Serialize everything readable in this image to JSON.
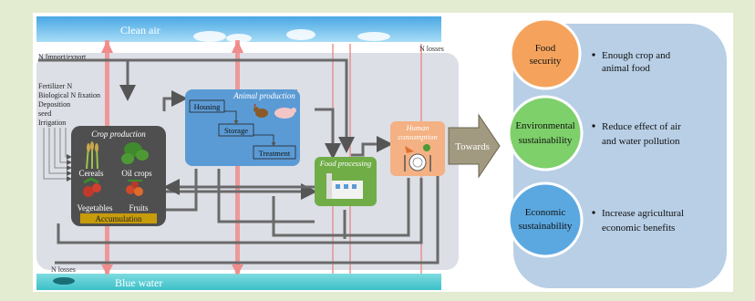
{
  "top_banner": {
    "label": "Clean air"
  },
  "bottom_banner": {
    "label": "Blue water"
  },
  "inputs": {
    "import_export": "N Import/export",
    "fertilizer": "Fertilizer N",
    "biological": "Biological N fixation",
    "deposition": "Deposition",
    "seed": "seed",
    "irrigation": "Irrigation"
  },
  "n_losses_top": "N losses",
  "n_losses_bottom": "N losses",
  "crop_production": {
    "title": "Crop production",
    "cereals": "Cereals",
    "oil_crops": "Oil crops",
    "vegetables": "Vegetables",
    "fruits": "Fruits",
    "accumulation": "Accumulation"
  },
  "animal_production": {
    "title": "Animal production",
    "housing": "Housing",
    "storage": "Storage",
    "treatment": "Treatment"
  },
  "food_processing": {
    "title": "Food processing"
  },
  "human_consumption": {
    "title_line1": "Human",
    "title_line2": "consumption"
  },
  "towards": {
    "label": "Towards"
  },
  "goals": [
    {
      "circle_line1": "Food",
      "circle_line2": "security",
      "desc_line1": "Enough crop and",
      "desc_line2": "animal food",
      "color": "#f5a35c"
    },
    {
      "circle_line1": "Environmental",
      "circle_line2": "sustainability",
      "desc_line1": "Reduce effect of air",
      "desc_line2": "and water pollution",
      "color": "#7ed06a"
    },
    {
      "circle_line1": "Economic",
      "circle_line2": "sustainability",
      "desc_line1": "Increase agricultural",
      "desc_line2": "economic benefits",
      "color": "#5ba8e0"
    }
  ],
  "colors": {
    "sky": "#5fb4e8",
    "water": "#6fd3d8",
    "crop_box": "#505050",
    "animal_box": "#5b9bd5",
    "food_box": "#70ad47",
    "human_box": "#f4b183",
    "accumulation": "#c59a0a",
    "towards": "#a19a80",
    "right_panel": "#b8cfe6",
    "n_line": "#e88a8a"
  }
}
